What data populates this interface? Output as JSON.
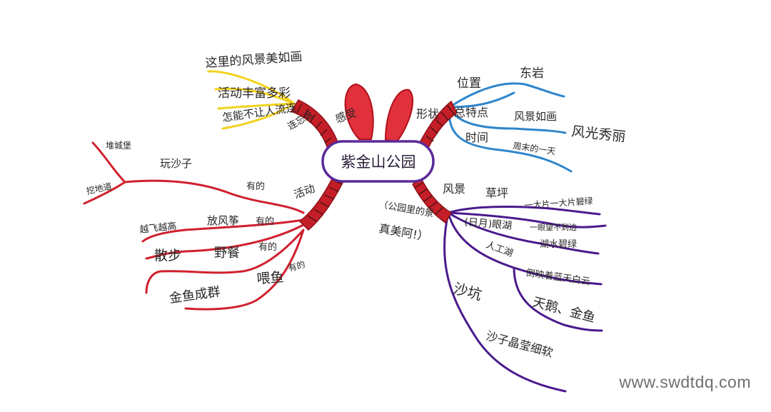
{
  "center": "紫金山公园",
  "branches": {
    "feeling": {
      "label": "感受",
      "items": [
        "这里的风景美如画",
        "活动丰富多彩",
        "怎能不让人流连",
        "连忘返"
      ]
    },
    "shape": {
      "label": "形状",
      "items": [
        "位置",
        "东岩",
        "总特点",
        "风景如画",
        "风光秀丽",
        "时间",
        "周末的一天"
      ]
    },
    "activity": {
      "label": "活动",
      "items": [
        "有的",
        "玩沙子",
        "堆城堡",
        "挖地道",
        "有的",
        "放风筝",
        "越飞越高",
        "散步",
        "野餐",
        "有的",
        "喂鱼",
        "有的",
        "金鱼成群"
      ]
    },
    "scenery": {
      "label": "风景",
      "items": [
        "草坪",
        "一大片一大片碧绿",
        "(日月)眼湖",
        "一眼望不到边",
        "人工湖",
        "湖水碧绿",
        "倒映着蓝天白云",
        "天鹅、金鱼",
        "沙坑",
        "沙子晶莹细软",
        "（公园里的景",
        "真美阿!）"
      ]
    }
  },
  "colors": {
    "feeling": "#f2d21e",
    "shape": "#2f86cc",
    "activity": "#d0202e",
    "scenery": "#4a1a8c",
    "center_outline": "#5a2a9a",
    "ears": "#e0313d"
  },
  "watermark": "www.swdtdq.com"
}
